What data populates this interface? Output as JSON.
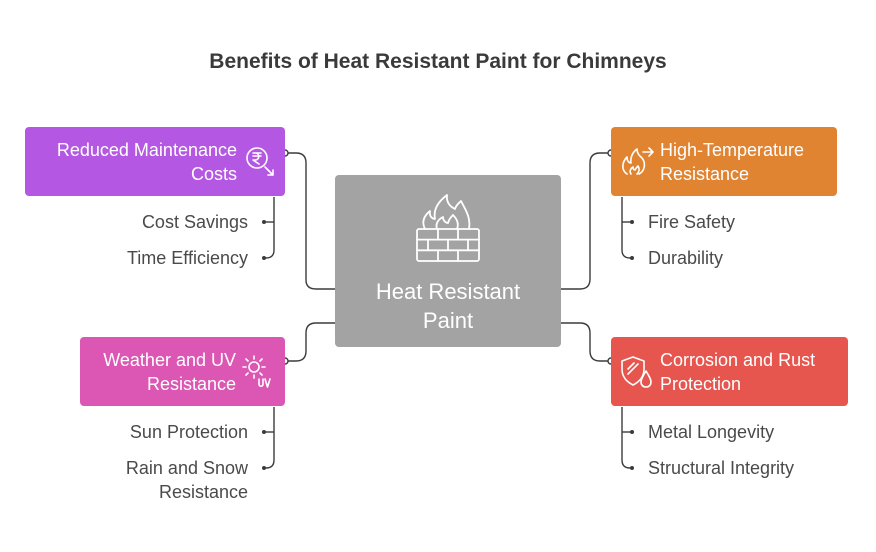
{
  "title": "Benefits of Heat Resistant Paint for Chimneys",
  "center": {
    "label": "Heat Resistant\nPaint",
    "icon": "fire-brick-wall-icon",
    "color": "#a3a3a3"
  },
  "branches": {
    "maintenance": {
      "label": "Reduced Maintenance\nCosts",
      "color": "#b458e3",
      "icon": "rupee-down-icon",
      "items": [
        "Cost Savings",
        "Time Efficiency"
      ]
    },
    "temperature": {
      "label": "High-Temperature\nResistance",
      "color": "#e08431",
      "icon": "flame-arrow-icon",
      "items": [
        "Fire Safety",
        "Durability"
      ]
    },
    "weather": {
      "label": "Weather and UV\nResistance",
      "color": "#dc56b3",
      "icon": "sun-uv-icon",
      "items": [
        "Sun Protection",
        "Rain and Snow\nResistance"
      ]
    },
    "corrosion": {
      "label": "Corrosion and Rust\nProtection",
      "color": "#e6564e",
      "icon": "shield-drop-icon",
      "items": [
        "Metal Longevity",
        "Structural Integrity"
      ]
    }
  }
}
